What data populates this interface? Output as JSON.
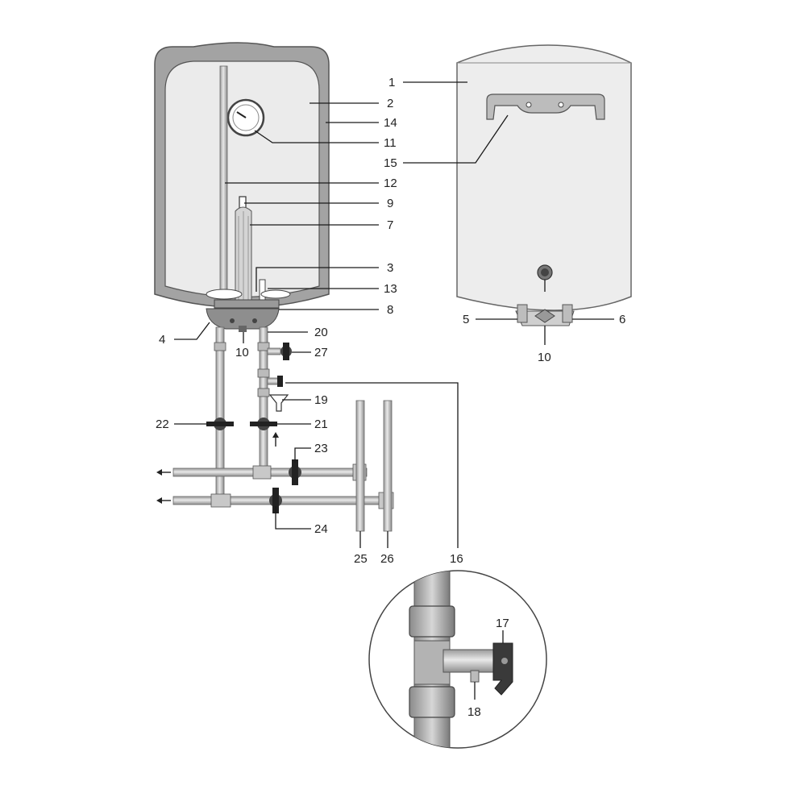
{
  "colors": {
    "body_gray": "#a3a3a3",
    "inner_fill": "#ebebeb",
    "outline": "#555555",
    "pipe_fill": "#c8c8c8",
    "label": "#222222"
  },
  "labels": {
    "l1": "1",
    "l2": "2",
    "l3": "3",
    "l4": "4",
    "l5": "5",
    "l6": "6",
    "l7": "7",
    "l8": "8",
    "l9": "9",
    "l10a": "10",
    "l10b": "10",
    "l11": "11",
    "l12": "12",
    "l13": "13",
    "l14": "14",
    "l15": "15",
    "l16": "16",
    "l17": "17",
    "l18": "18",
    "l19": "19",
    "l20": "20",
    "l21": "21",
    "l22": "22",
    "l23": "23",
    "l24": "24",
    "l25": "25",
    "l26": "26",
    "l27": "27"
  },
  "arrows": {
    "outlet_upper": "cold/hot water flow left (upper)",
    "outlet_lower": "cold/hot water flow left (lower)",
    "inlet_up": "inlet flow upward"
  }
}
